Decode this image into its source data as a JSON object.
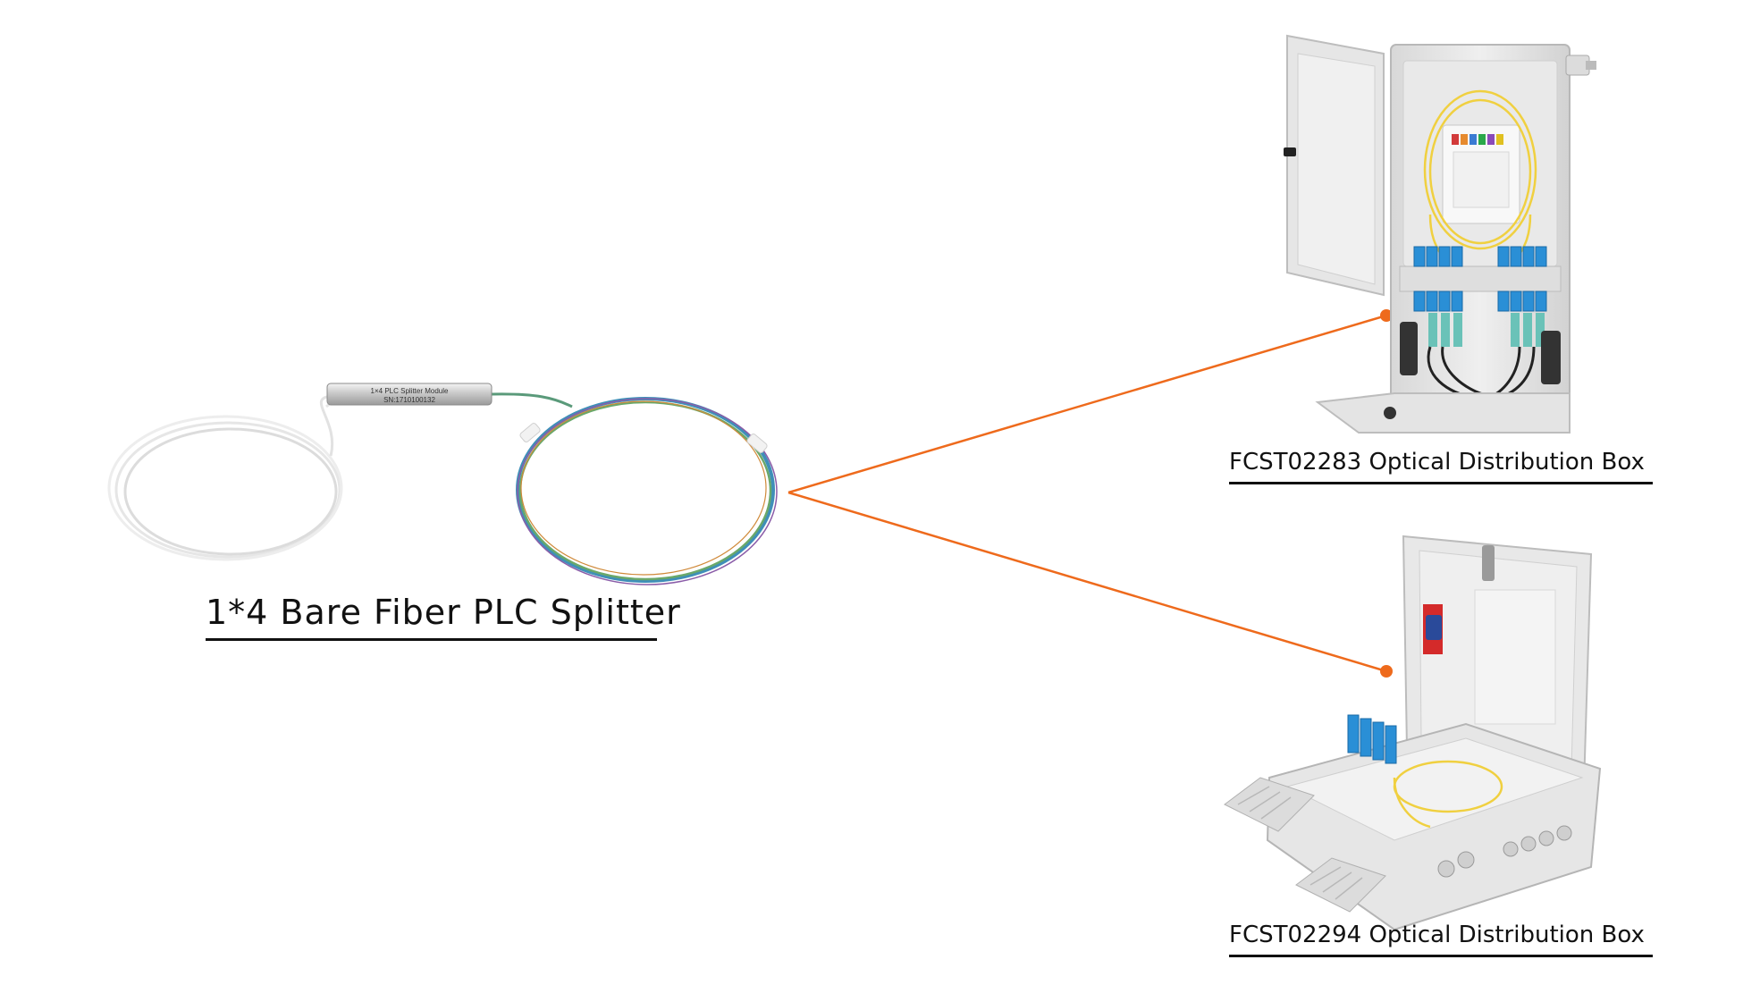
{
  "splitter": {
    "caption": "1*4 Bare Fiber PLC Splitter",
    "module_line1": "1×4 PLC Splitter Module",
    "module_line2": "SN:1710100132"
  },
  "boxes": [
    {
      "caption": "FCST02283 Optical Distribution Box"
    },
    {
      "caption": "FCST02294 Optical Distribution Box"
    }
  ],
  "colors": {
    "connector_line": "#ee6a1c",
    "caption_text": "#111111",
    "box_body": "#e8e8e8",
    "sc_adapter": "#2a8fd6",
    "fiber_yellow": "#f0d040"
  }
}
